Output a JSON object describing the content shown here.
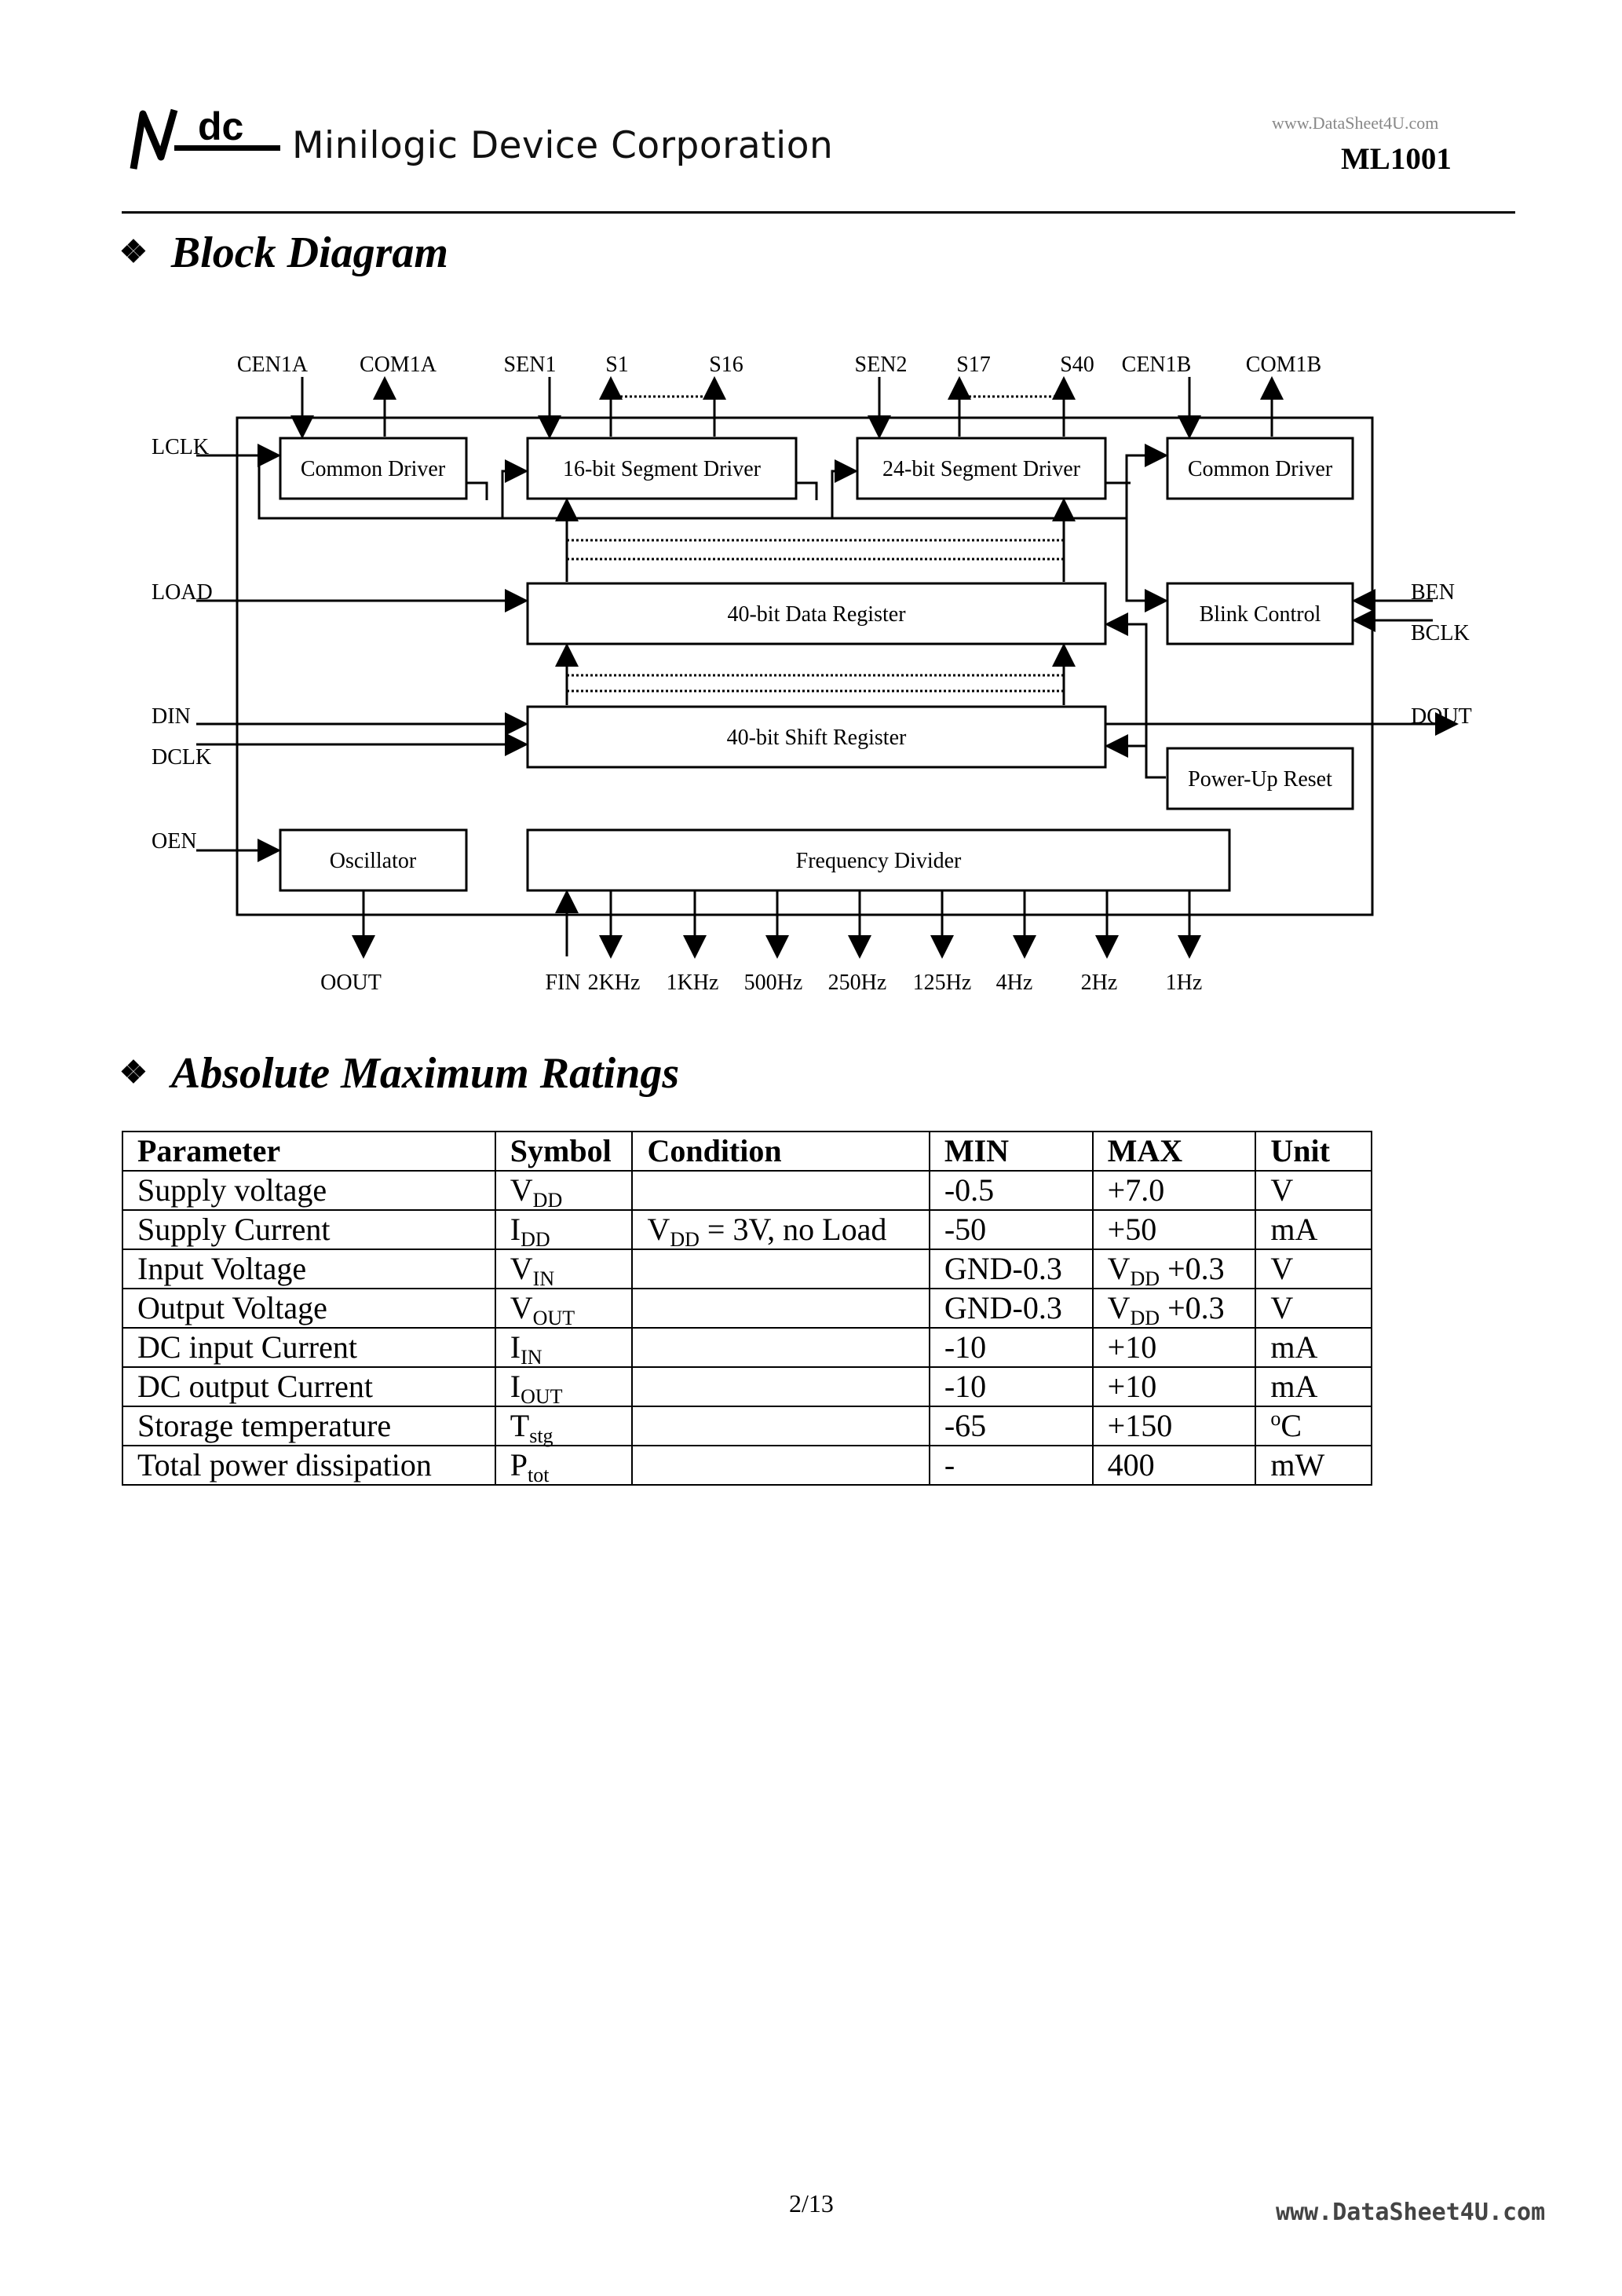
{
  "header": {
    "logo_text": "dc",
    "company": "Minilogic Device Corporation",
    "watermark": "www.DataSheet4U.com",
    "model": "ML1001"
  },
  "block_diagram": {
    "title": "Block Diagram",
    "blocks": {
      "common_driver_a": "Common Driver",
      "seg16": "16-bit Segment Driver",
      "seg24": "24-bit Segment Driver",
      "common_driver_b": "Common Driver",
      "data_register": "40-bit Data Register",
      "blink_control": "Blink Control",
      "shift_register": "40-bit Shift Register",
      "power_up_reset": "Power-Up Reset",
      "oscillator": "Oscillator",
      "freq_divider": "Frequency Divider"
    },
    "top_pins": [
      "CEN1A",
      "COM1A",
      "SEN1",
      "S1",
      "S16",
      "SEN2",
      "S17",
      "S40",
      "CEN1B",
      "COM1B"
    ],
    "left_pins": [
      "LCLK",
      "LOAD",
      "DIN",
      "DCLK",
      "OEN"
    ],
    "right_pins": [
      "BEN",
      "BCLK",
      "DOUT"
    ],
    "bottom_pins": [
      "OOUT",
      "FIN",
      "2KHz",
      "1KHz",
      "500Hz",
      "250Hz",
      "125Hz",
      "4Hz",
      "2Hz",
      "1Hz"
    ]
  },
  "ratings": {
    "title": "Absolute Maximum Ratings",
    "headers": [
      "Parameter",
      "Symbol",
      "Condition",
      "MIN",
      "MAX",
      "Unit"
    ],
    "rows": [
      {
        "param": "Supply voltage",
        "sym": "V",
        "sym_sub": "DD",
        "cond_main": "",
        "cond_sub": "",
        "cond_rest": "",
        "min": "-0.5",
        "max_main": "+7.0",
        "max_sub": "",
        "max_rest": "",
        "unit_sup": "",
        "unit": "V"
      },
      {
        "param": "Supply Current",
        "sym": "I",
        "sym_sub": "DD",
        "cond_main": "V",
        "cond_sub": "DD",
        "cond_rest": " = 3V, no Load",
        "min": "-50",
        "max_main": "+50",
        "max_sub": "",
        "max_rest": "",
        "unit_sup": "",
        "unit": "mA"
      },
      {
        "param": "Input Voltage",
        "sym": "V",
        "sym_sub": "IN",
        "cond_main": "",
        "cond_sub": "",
        "cond_rest": "",
        "min": "GND-0.3",
        "max_main": "V",
        "max_sub": "DD",
        "max_rest": " +0.3",
        "unit_sup": "",
        "unit": "V"
      },
      {
        "param": "Output Voltage",
        "sym": "V",
        "sym_sub": "OUT",
        "cond_main": "",
        "cond_sub": "",
        "cond_rest": "",
        "min": "GND-0.3",
        "max_main": "V",
        "max_sub": "DD",
        "max_rest": " +0.3",
        "unit_sup": "",
        "unit": "V"
      },
      {
        "param": "DC input Current",
        "sym": "I",
        "sym_sub": "IN",
        "cond_main": "",
        "cond_sub": "",
        "cond_rest": "",
        "min": "-10",
        "max_main": "+10",
        "max_sub": "",
        "max_rest": "",
        "unit_sup": "",
        "unit": "mA"
      },
      {
        "param": "DC output Current",
        "sym": "I",
        "sym_sub": "OUT",
        "cond_main": "",
        "cond_sub": "",
        "cond_rest": "",
        "min": "-10",
        "max_main": "+10",
        "max_sub": "",
        "max_rest": "",
        "unit_sup": "",
        "unit": "mA"
      },
      {
        "param": "Storage temperature",
        "sym": "T",
        "sym_sub": "stg",
        "cond_main": "",
        "cond_sub": "",
        "cond_rest": "",
        "min": "-65",
        "max_main": "+150",
        "max_sub": "",
        "max_rest": "",
        "unit_sup": "o",
        "unit": "C"
      },
      {
        "param": "Total power dissipation",
        "sym": "P",
        "sym_sub": "tot",
        "cond_main": "",
        "cond_sub": "",
        "cond_rest": "",
        "min": "-",
        "max_main": "400",
        "max_sub": "",
        "max_rest": "",
        "unit_sup": "",
        "unit": "mW"
      }
    ]
  },
  "footer": {
    "page": "2/13",
    "watermark": "www.DataSheet4U.com"
  }
}
